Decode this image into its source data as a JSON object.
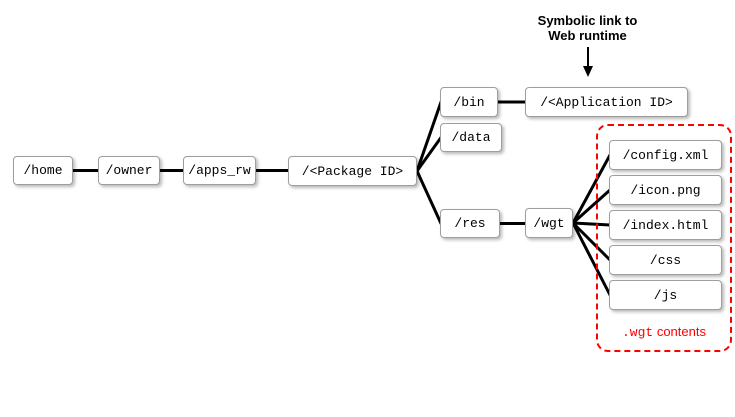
{
  "diagram": {
    "title_annotation": {
      "line1": "Symbolic link to",
      "line2": "Web runtime"
    },
    "nodes": {
      "home": "/home",
      "owner": "/owner",
      "apps_rw": "/apps_rw",
      "package_id": "/<Package ID>",
      "bin": "/bin",
      "data": "/data",
      "application_id": "/<Application ID>",
      "res": "/res",
      "wgt": "/wgt",
      "config_xml": "/config.xml",
      "icon_png": "/icon.png",
      "index_html": "/index.html",
      "css": "/css",
      "js": "/js"
    },
    "edges": [
      {
        "from": "home",
        "to": "owner"
      },
      {
        "from": "owner",
        "to": "apps_rw"
      },
      {
        "from": "apps_rw",
        "to": "package_id"
      },
      {
        "from": "package_id",
        "to": "bin"
      },
      {
        "from": "package_id",
        "to": "data"
      },
      {
        "from": "package_id",
        "to": "res"
      },
      {
        "from": "bin",
        "to": "application_id"
      },
      {
        "from": "res",
        "to": "wgt"
      },
      {
        "from": "wgt",
        "to": "config_xml"
      },
      {
        "from": "wgt",
        "to": "icon_png"
      },
      {
        "from": "wgt",
        "to": "index_html"
      },
      {
        "from": "wgt",
        "to": "css"
      },
      {
        "from": "wgt",
        "to": "js"
      }
    ],
    "wgt_contents_label": {
      "mono": ".wgt",
      "sans": " contents"
    },
    "colors": {
      "accent_red": "#ff0000",
      "box_border": "#9e9e9e",
      "connector": "#000000"
    }
  }
}
